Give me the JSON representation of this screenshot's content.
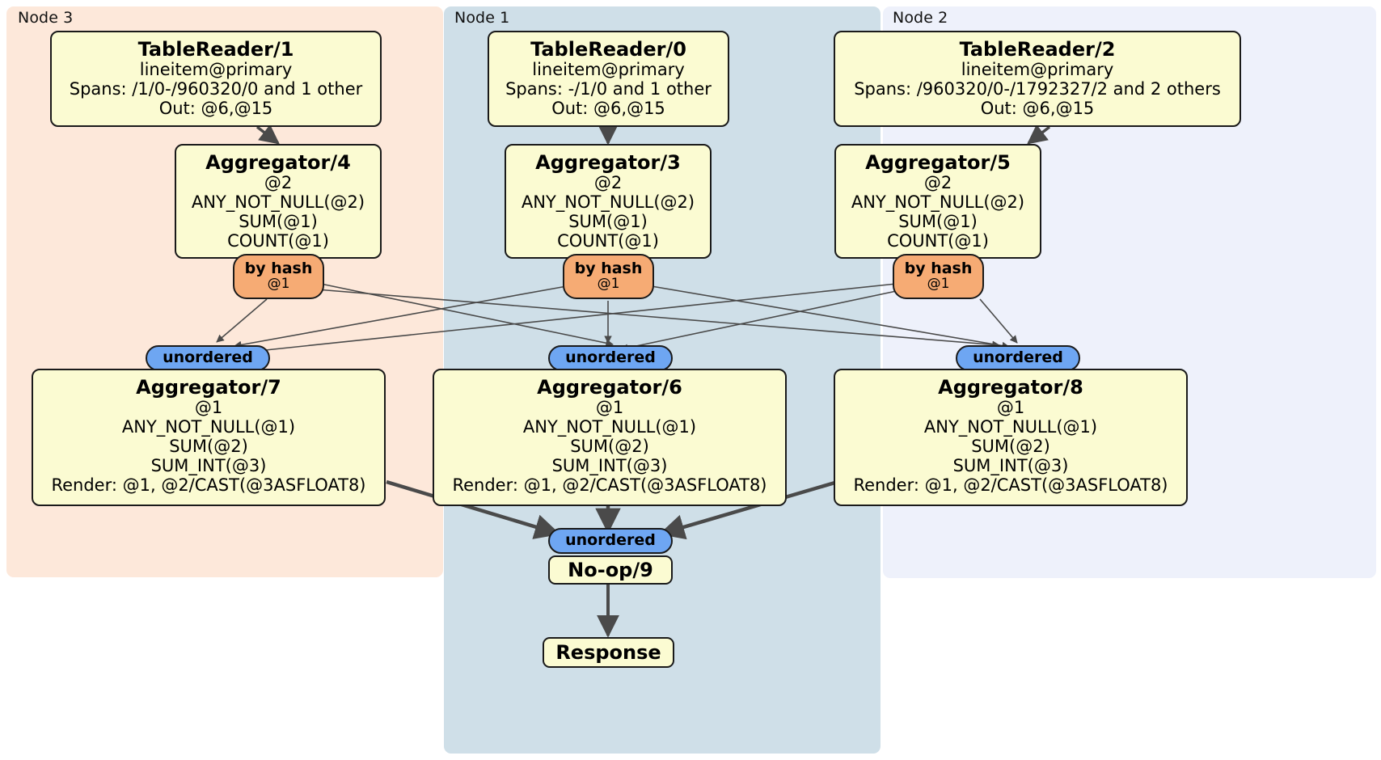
{
  "diagram": {
    "type": "distributed-query-plan",
    "colors": {
      "node3_panel": "#fde8da",
      "node1_panel": "#cfdfe8",
      "node2_panel": "#eef1fb",
      "processor_fill": "#fbfbd2",
      "processor_border": "#1a1a1a",
      "hash_router_fill": "#f6ab74",
      "sync_router_fill": "#6ea6f2",
      "edge_color": "#4a4a4a"
    }
  },
  "panels": [
    {
      "id": "node3",
      "label": "Node 3"
    },
    {
      "id": "node1",
      "label": "Node 1"
    },
    {
      "id": "node2",
      "label": "Node 2"
    }
  ],
  "processors": {
    "tablereader_1": {
      "title": "TableReader/1",
      "lines": [
        "lineitem@primary",
        "Spans: /1/0-/960320/0 and 1 other",
        "Out: @6,@15"
      ]
    },
    "tablereader_0": {
      "title": "TableReader/0",
      "lines": [
        "lineitem@primary",
        "Spans: -/1/0 and 1 other",
        "Out: @6,@15"
      ]
    },
    "tablereader_2": {
      "title": "TableReader/2",
      "lines": [
        "lineitem@primary",
        "Spans: /960320/0-/1792327/2 and 2 others",
        "Out: @6,@15"
      ]
    },
    "aggregator_4": {
      "title": "Aggregator/4",
      "lines": [
        "@2",
        "ANY_NOT_NULL(@2)",
        "SUM(@1)",
        "COUNT(@1)"
      ]
    },
    "aggregator_3": {
      "title": "Aggregator/3",
      "lines": [
        "@2",
        "ANY_NOT_NULL(@2)",
        "SUM(@1)",
        "COUNT(@1)"
      ]
    },
    "aggregator_5": {
      "title": "Aggregator/5",
      "lines": [
        "@2",
        "ANY_NOT_NULL(@2)",
        "SUM(@1)",
        "COUNT(@1)"
      ]
    },
    "aggregator_7": {
      "title": "Aggregator/7",
      "lines": [
        "@1",
        "ANY_NOT_NULL(@1)",
        "SUM(@2)",
        "SUM_INT(@3)",
        "Render: @1, @2/CAST(@3ASFLOAT8)"
      ]
    },
    "aggregator_6": {
      "title": "Aggregator/6",
      "lines": [
        "@1",
        "ANY_NOT_NULL(@1)",
        "SUM(@2)",
        "SUM_INT(@3)",
        "Render: @1, @2/CAST(@3ASFLOAT8)"
      ]
    },
    "aggregator_8": {
      "title": "Aggregator/8",
      "lines": [
        "@1",
        "ANY_NOT_NULL(@1)",
        "SUM(@2)",
        "SUM_INT(@3)",
        "Render: @1, @2/CAST(@3ASFLOAT8)"
      ]
    },
    "noop_9": {
      "title": "No-op/9"
    },
    "response": {
      "title": "Response"
    }
  },
  "routers": {
    "hash_left": {
      "title": "by hash",
      "sub": "@1"
    },
    "hash_center": {
      "title": "by hash",
      "sub": "@1"
    },
    "hash_right": {
      "title": "by hash",
      "sub": "@1"
    },
    "unordered_left": {
      "title": "unordered"
    },
    "unordered_center": {
      "title": "unordered"
    },
    "unordered_right": {
      "title": "unordered"
    },
    "unordered_final": {
      "title": "unordered"
    }
  }
}
